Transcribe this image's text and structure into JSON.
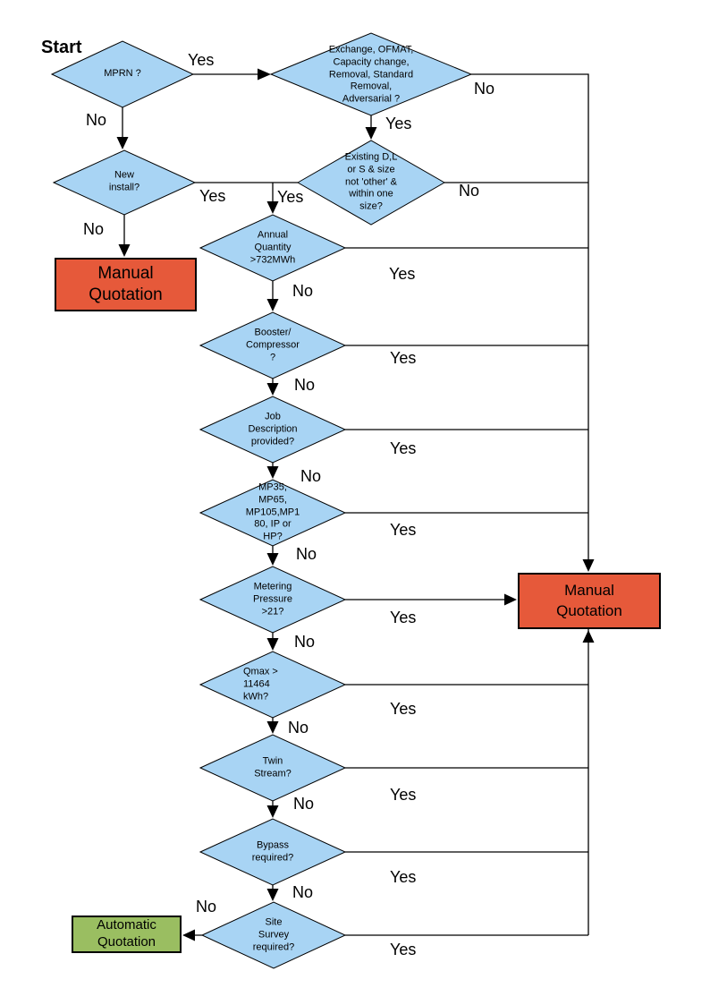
{
  "colors": {
    "decision_fill": "#A8D4F4",
    "decision_border": "#000000",
    "manual_fill": "#E6593A",
    "auto_fill": "#9ABE61",
    "line": "#000000"
  },
  "start_label": "Start",
  "decisions": {
    "mprn": "MPRN ?",
    "exchange": "Exchange, OFMAT,\nCapacity change,\nRemoval, Standard\nRemoval,\nAdversarial ?",
    "existing": "Existing D,L\nor S & size\nnot 'other' &\nwithin one\nsize?",
    "new_install": "New\ninstall?",
    "annual_quantity": "Annual\nQuantity\n>732MWh",
    "booster": "Booster/\nCompressor\n?",
    "job_description": "Job\nDescription\nprovided?",
    "meter_type": "MP35,\nMP65,\nMP105,MP1\n80, IP or\nHP?",
    "metering_pressure": "Metering\nPressure\n>21?",
    "qmax": "Qmax >\n11464\nkWh?",
    "twin_stream": "Twin\nStream?",
    "bypass": "Bypass\nrequired?",
    "site_survey": "Site\nSurvey\nrequired?"
  },
  "terminals": {
    "manual_left": "Manual\nQuotation",
    "manual_right": "Manual\nQuotation",
    "automatic": "Automatic\nQuotation"
  },
  "edge_labels": {
    "mprn_yes": "Yes",
    "mprn_no": "No",
    "exchange_no": "No",
    "exchange_yes": "Yes",
    "existing_no": "No",
    "existing_yes": "Yes",
    "new_yes": "Yes",
    "new_no": "No",
    "annual_no": "No",
    "annual_yes": "Yes",
    "booster_no": "No",
    "booster_yes": "Yes",
    "job_no": "No",
    "job_yes": "Yes",
    "mp_no": "No",
    "mp_yes": "Yes",
    "metering_no": "No",
    "metering_yes": "Yes",
    "qmax_no": "No",
    "qmax_yes": "Yes",
    "twin_no": "No",
    "twin_yes": "Yes",
    "bypass_no": "No",
    "bypass_yes": "Yes",
    "site_no": "No",
    "site_yes": "Yes"
  }
}
